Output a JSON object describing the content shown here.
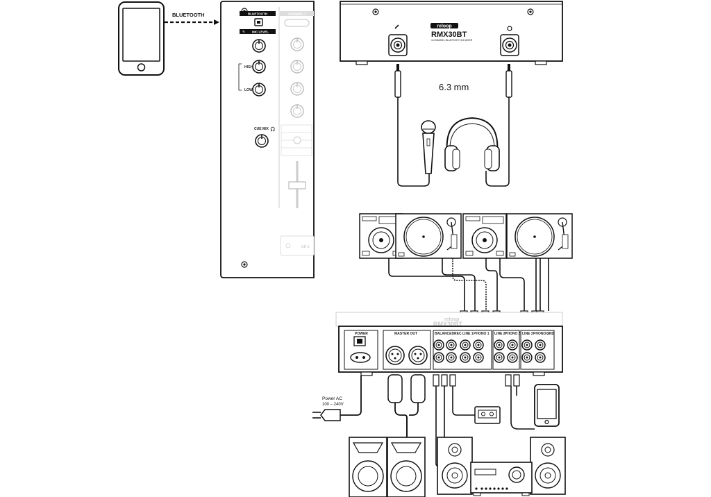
{
  "bluetooth": {
    "label": "BLUETOOTH"
  },
  "mixer_panel": {
    "bluetooth_section": "BLUETOOTH",
    "mic_level": "MIC LEVEL",
    "channel_label": "CHANNEL 1",
    "treble_label": "HIGH",
    "bass_label": "LOW",
    "cue_mix": "CUE MIX",
    "ch1_label": "CH 1"
  },
  "front_panel": {
    "brand": "reloop",
    "model": "RMX30BT",
    "subtitle": "3-CHANNEL BLUETOOTH DJ MIXER",
    "jack_size": "6.3 mm"
  },
  "rear_panel": {
    "brand": "reloop",
    "model": "RMX30BT",
    "power_label": "POWER",
    "master_out": "MASTER OUT",
    "master_sub": "BALANCED",
    "rec_label": "REC",
    "ch1_line": "LINE 1",
    "ch1_phono": "PHONO 1",
    "ch2_line": "LINE 2",
    "ch2_phono": "PHONO 2",
    "ch3_line": "LINE 3",
    "ch3_phono": "PHONO 3",
    "gnd": "GND"
  },
  "power": {
    "label_line1": "Power AC",
    "label_line2": "100 – 240V"
  }
}
